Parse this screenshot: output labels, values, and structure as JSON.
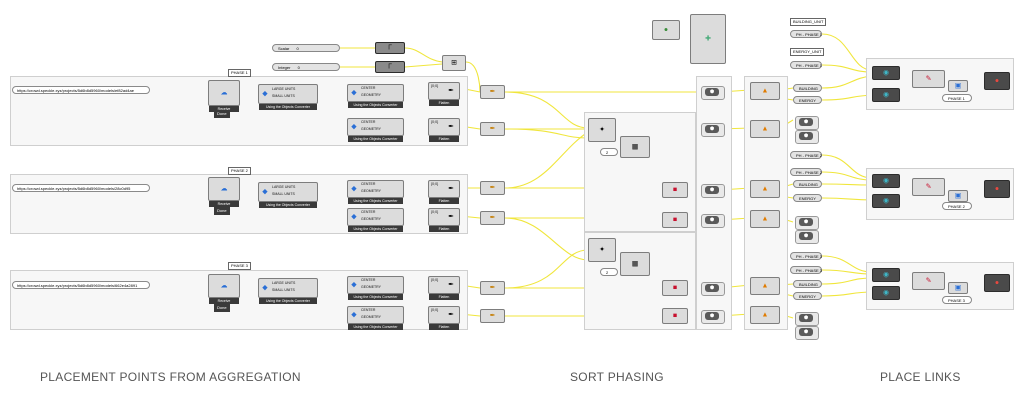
{
  "urls": [
    "https://crowd.speckle.xyz/projects/5d6b8d5960/models/ef82ad4ae",
    "https://crowd.speckle.xyz/projects/5d6b8d5960/models/28c0d95",
    "https://crowd.speckle.xyz/projects/5d6b8d5960/models/662e4a2891"
  ],
  "phase_tags": [
    "PHASE 1",
    "PHASE 2",
    "PHASE 3"
  ],
  "receive_label": "Receive",
  "receive_caption": "Done",
  "converter_caption": "Using the Objects Converter",
  "units": {
    "large": "LARGE UNITS",
    "small": "SMALL UNITS"
  },
  "outputs": {
    "center": "CENTER",
    "geometry": "GEOMETRY"
  },
  "list_label": "{0;0}",
  "flatten_label": "Flatten",
  "sliders": [
    {
      "name": "Scalar",
      "value": "0"
    },
    {
      "name": "Integer",
      "value": "0"
    }
  ],
  "number_values": [
    "2",
    "2"
  ],
  "phase_values": [
    "PH - PHASE 1",
    "PH - PHASE 2",
    "PH - PHASE 3"
  ],
  "top_tags": [
    "BUILDING_UNIT",
    "ENERGY_UNIT"
  ],
  "building_labels": [
    "BUILDING",
    "ENERGY"
  ],
  "panel_phases": [
    "PHASE 1",
    "PHASE 2",
    "PHASE 3"
  ],
  "section_labels": {
    "left": "PLACEMENT POINTS FROM AGGREGATION",
    "middle": "SORT PHASING",
    "right": "PLACE LINKS"
  }
}
